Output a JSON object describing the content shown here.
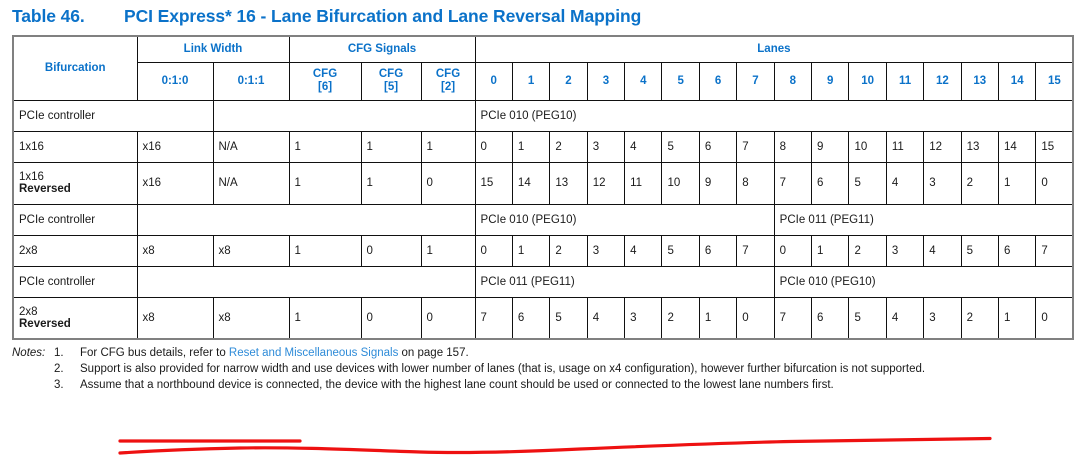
{
  "title": {
    "number": "Table 46.",
    "text": "PCI Express* 16 - Lane Bifurcation and Lane Reversal Mapping",
    "color": "#0b72c9"
  },
  "table": {
    "headers": {
      "bifurcation": "Bifurcation",
      "link_width": "Link Width",
      "cfg_signals": "CFG Signals",
      "lanes": "Lanes",
      "link_width_cols": [
        "0:1:0",
        "0:1:1"
      ],
      "cfg_cols": [
        {
          "l1": "CFG",
          "l2": "[6]"
        },
        {
          "l1": "CFG",
          "l2": "[5]"
        },
        {
          "l1": "CFG",
          "l2": "[2]"
        }
      ],
      "lane_numbers": [
        "0",
        "1",
        "2",
        "3",
        "4",
        "5",
        "6",
        "7",
        "8",
        "9",
        "10",
        "11",
        "12",
        "13",
        "14",
        "15"
      ]
    },
    "rows": [
      {
        "kind": "controller",
        "label": "PCIe controller",
        "controllers": [
          {
            "text": "PCIe 010 (PEG10)",
            "span": 16
          }
        ]
      },
      {
        "kind": "data",
        "bifurcation": "1x16",
        "bifurcation_second": "",
        "link_width": [
          "x16",
          "N/A"
        ],
        "cfg": [
          "1",
          "1",
          "1"
        ],
        "lanes": [
          "0",
          "1",
          "2",
          "3",
          "4",
          "5",
          "6",
          "7",
          "8",
          "9",
          "10",
          "11",
          "12",
          "13",
          "14",
          "15"
        ]
      },
      {
        "kind": "data",
        "bifurcation": "1x16",
        "bifurcation_second": "Reversed",
        "link_width": [
          "x16",
          "N/A"
        ],
        "cfg": [
          "1",
          "1",
          "0"
        ],
        "lanes": [
          "15",
          "14",
          "13",
          "12",
          "11",
          "10",
          "9",
          "8",
          "7",
          "6",
          "5",
          "4",
          "3",
          "2",
          "1",
          "0"
        ]
      },
      {
        "kind": "controller",
        "label": "PCIe controller",
        "controllers": [
          {
            "text": "PCIe 010 (PEG10)",
            "span": 8
          },
          {
            "text": "PCIe 011 (PEG11)",
            "span": 8
          }
        ]
      },
      {
        "kind": "data",
        "bifurcation": "2x8",
        "bifurcation_second": "",
        "link_width": [
          "x8",
          "x8"
        ],
        "cfg": [
          "1",
          "0",
          "1"
        ],
        "lanes": [
          "0",
          "1",
          "2",
          "3",
          "4",
          "5",
          "6",
          "7",
          "0",
          "1",
          "2",
          "3",
          "4",
          "5",
          "6",
          "7"
        ]
      },
      {
        "kind": "controller",
        "label": "PCIe controller",
        "controllers": [
          {
            "text": "PCIe 011 (PEG11)",
            "span": 8
          },
          {
            "text": "PCIe 010 (PEG10)",
            "span": 8
          }
        ]
      },
      {
        "kind": "data",
        "bifurcation": "2x8",
        "bifurcation_second": "Reversed",
        "link_width": [
          "x8",
          "x8"
        ],
        "cfg": [
          "1",
          "0",
          "0"
        ],
        "lanes": [
          "7",
          "6",
          "5",
          "4",
          "3",
          "2",
          "1",
          "0",
          "7",
          "6",
          "5",
          "4",
          "3",
          "2",
          "1",
          "0"
        ]
      }
    ]
  },
  "notes": {
    "label": "Notes:",
    "items": [
      {
        "number": "1.",
        "before": "For CFG bus details, refer to ",
        "link": "Reset and Miscellaneous Signals",
        "after": " on page 157."
      },
      {
        "number": "2.",
        "before": "Support is also provided for narrow width and use devices with lower number of lanes (that is, usage on x4 configuration), however further bifurcation is not supported.",
        "link": "",
        "after": ""
      }
    ],
    "link_color": "#2e8bd8"
  },
  "annotation": {
    "color": "#ee1111",
    "type": "freehand-underline"
  }
}
